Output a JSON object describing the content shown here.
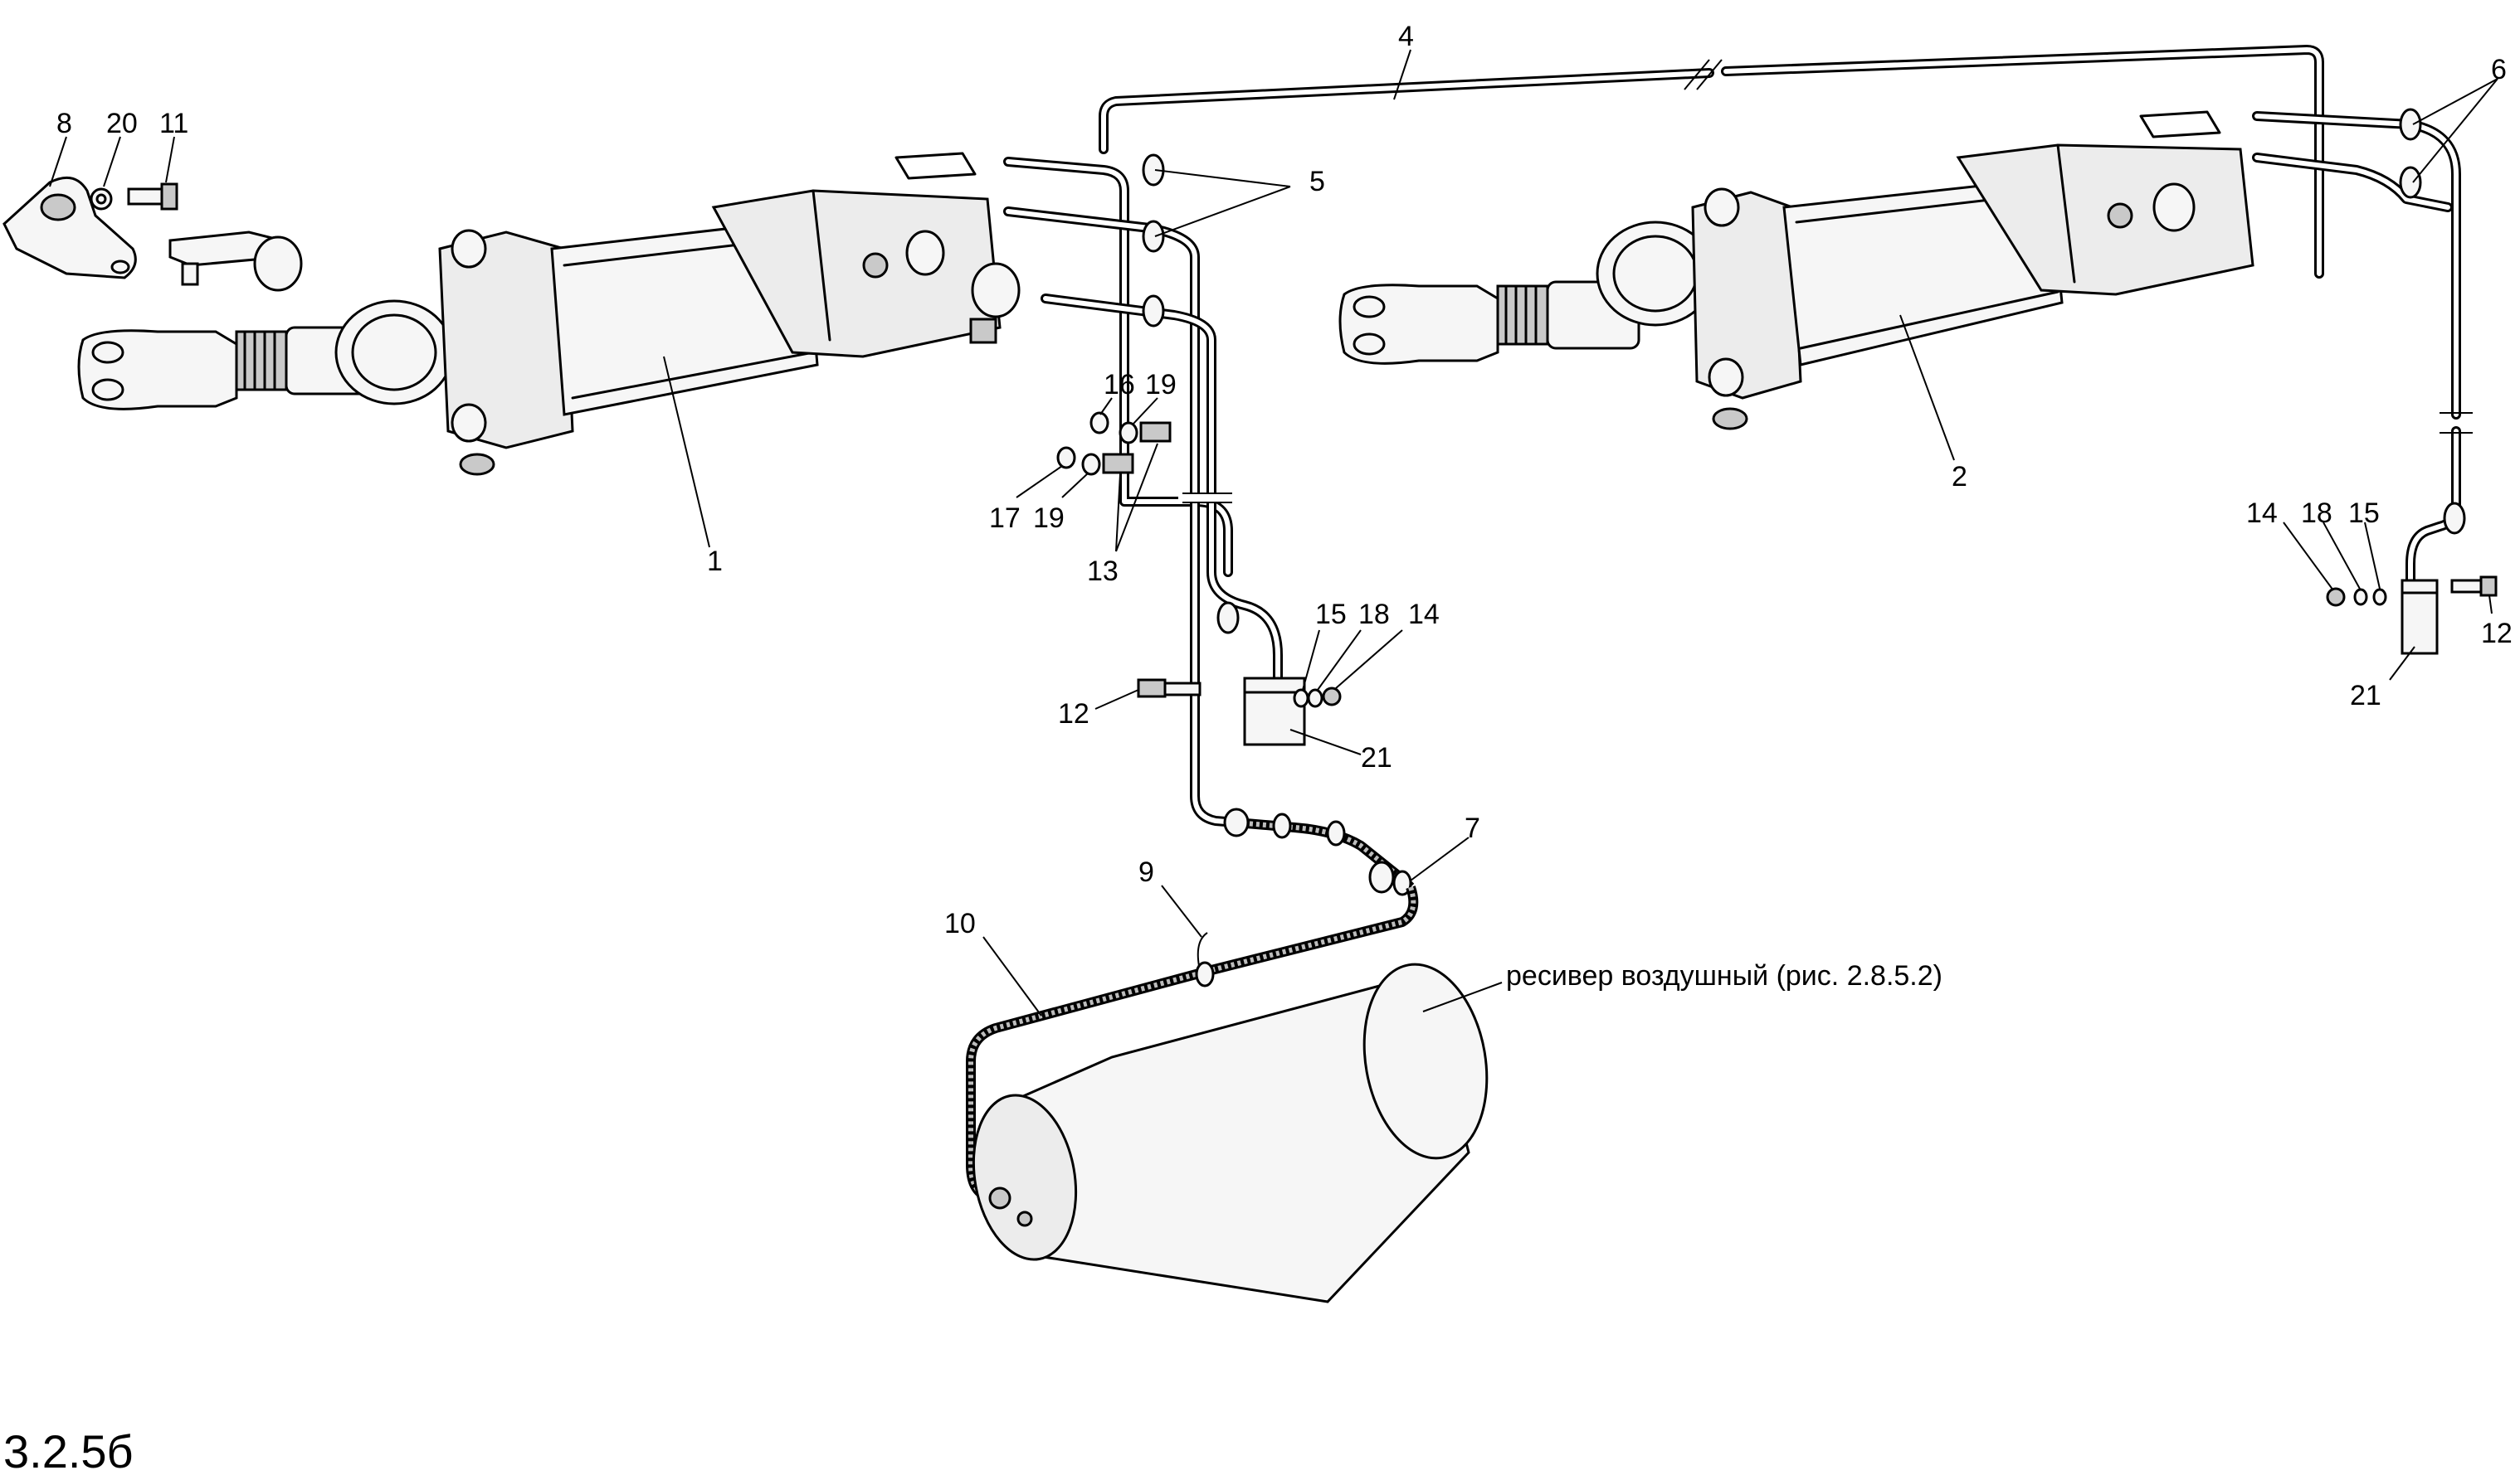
{
  "figure_number": "3.2.5б",
  "callouts": {
    "c1": "1",
    "c2": "2",
    "c4": "4",
    "c5": "5",
    "c6": "6",
    "c7": "7",
    "c8": "8",
    "c9": "9",
    "c10": "10",
    "c11": "11",
    "c20": "20",
    "c16": "16",
    "c19a": "19",
    "c17": "17",
    "c19b": "19",
    "c13": "13",
    "c15a": "15",
    "c18a": "18",
    "c14a": "14",
    "c12a": "12",
    "c21a": "21",
    "c14b": "14",
    "c18b": "18",
    "c15b": "15",
    "c12b": "12",
    "c21b": "21"
  },
  "receiver_label": "ресивер воздушный (рис. 2.8.5.2)"
}
